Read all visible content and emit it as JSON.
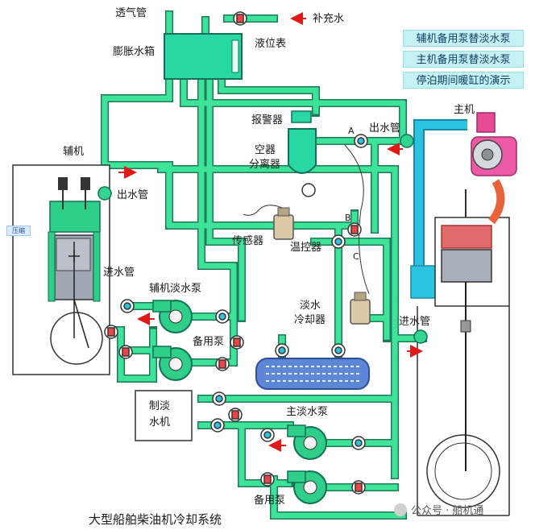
{
  "title": "大型船舶柴油机冷却系统",
  "watermark": "公众号 · 船机通",
  "small_badge": "压缩",
  "demo_buttons": [
    {
      "label": "辅机备用泵替淡水泵"
    },
    {
      "label": "主机备用泵替淡水泵"
    },
    {
      "label": "停泊期间暖缸的演示"
    }
  ],
  "labels": {
    "vent_pipe": "透气管",
    "makeup_water": "补充水",
    "expansion_tank": "膨胀水箱",
    "level_gauge": "液位表",
    "aux_engine": "辅机",
    "alarm": "报警器",
    "air_separator": "空器\n分离器",
    "outlet_pipe": "出水管",
    "sensor": "传感器",
    "thermostat": "温控器",
    "inlet_pipe": "进水管",
    "aux_fw_pump": "辅机淡水泵",
    "standby_pump": "备用泵",
    "fw_cooler": "淡水\n冷却器",
    "main_engine": "主机",
    "fw_generator": "制淡\n水机",
    "main_fw_pump": "主淡水泵",
    "point_a": "A",
    "point_b": "B",
    "point_c": "C"
  },
  "colors": {
    "pipe": "#2fcf8a",
    "pipe_border": "#1a7a55",
    "tank": "#22d8a0",
    "sea_pipe": "#22b8d8",
    "cooler": "#5b86d8",
    "turbo": "#e94a98",
    "flow_arrow": "#e11919"
  }
}
